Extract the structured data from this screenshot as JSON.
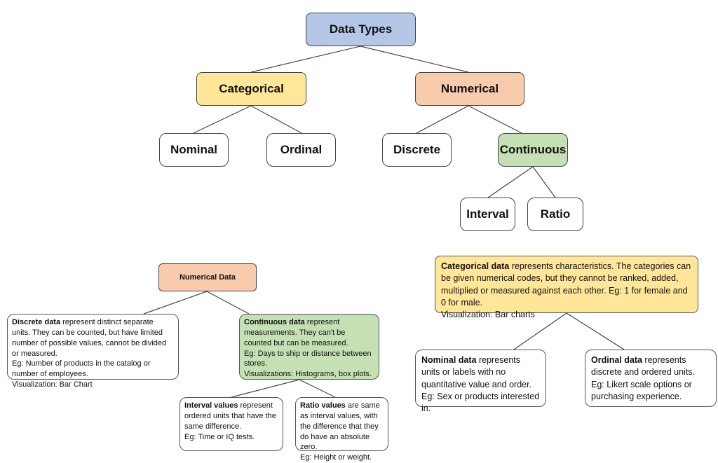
{
  "tree": {
    "root": "Data Types",
    "categorical": "Categorical",
    "numerical": "Numerical",
    "nominal": "Nominal",
    "ordinal": "Ordinal",
    "discrete": "Discrete",
    "continuous": "Continuous",
    "interval": "Interval",
    "ratio": "Ratio"
  },
  "numerical_panel": {
    "title": "Numerical Data",
    "discrete": {
      "term": "Discrete data",
      "rest": " represent distinct separate units. They can be counted, but have limited number of possible values, cannot be divided or measured.",
      "example": "Eg: Number of products in the catalog or number of employees.",
      "visualization": "Visualization: Bar Chart"
    },
    "continuous": {
      "term": "Continuous data",
      "rest": " represent measurements. They can't be counted but can be measured.",
      "example": "Eg: Days to ship or distance between stores.",
      "visualization": "Visualizations: Histograms, box plots."
    },
    "interval": {
      "term": "Interval values",
      "rest": " represent ordered units that have the same difference.",
      "example": "Eg: Time or IQ tests."
    },
    "ratio": {
      "term": "Ratio values",
      "rest": " are same as interval values, with the difference that they do have an absolute zero.",
      "example": "Eg: Height or weight."
    }
  },
  "categorical_panel": {
    "categorical": {
      "term": "Categorical data",
      "rest": " represents characteristics. The categories can be given numerical codes, but they cannot be ranked, added, multiplied or measured against each other. Eg: 1 for female and 0 for male.",
      "visualization": "Visualization: Bar charts"
    },
    "nominal": {
      "term": "Nominal data",
      "rest": " represents units or labels with no quantitative value and order.",
      "example": "Eg: Sex or products interested in."
    },
    "ordinal": {
      "term": "Ordinal data",
      "rest": " represents discrete and ordered units.",
      "example": "Eg: Likert scale options or purchasing experience."
    }
  },
  "colors": {
    "root": "#b4c7e7",
    "categorical": "#ffe699",
    "numerical": "#f8cbad",
    "continuous": "#c5e0b4",
    "line": "#444444"
  }
}
